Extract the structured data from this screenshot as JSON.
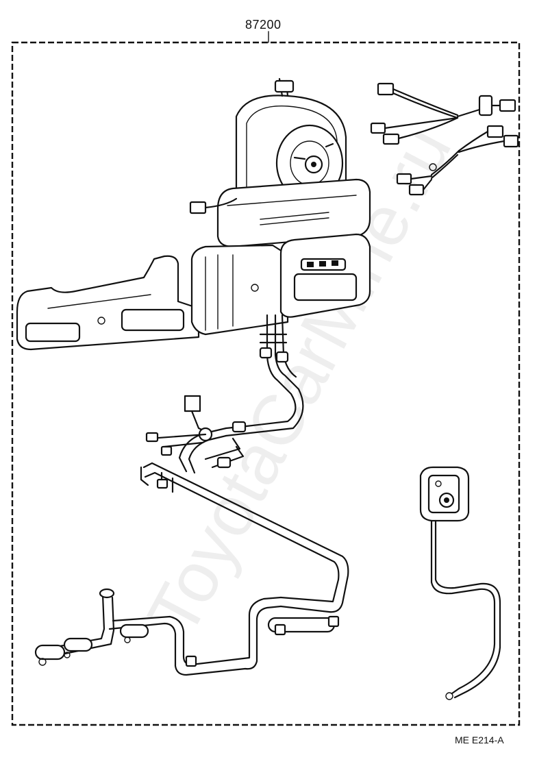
{
  "diagram": {
    "part_number": "87200",
    "diagram_code": "ME  E214-A",
    "watermark": "ToyotaCarMine.ru"
  }
}
